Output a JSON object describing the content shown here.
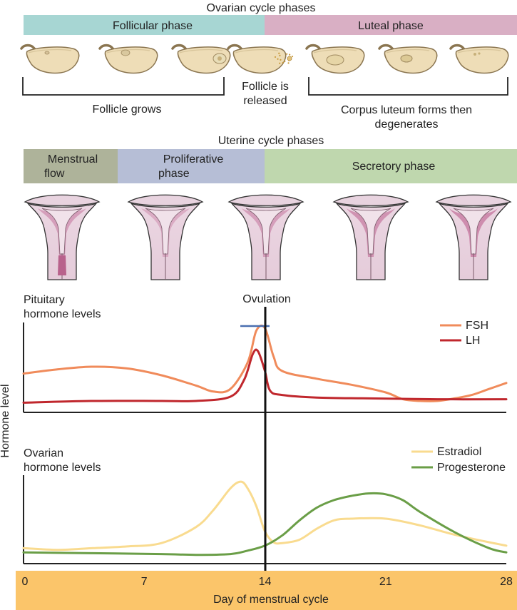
{
  "ovarian": {
    "title": "Ovarian cycle phases",
    "phases": [
      {
        "label": "Follicular phase",
        "color": "#A7D6D3"
      },
      {
        "label": "Luteal phase",
        "color": "#D9AFC4"
      }
    ],
    "stages": [
      "Follicle grows",
      "Follicle is released",
      "Corpus luteum forms then degenerates"
    ]
  },
  "uterine": {
    "title": "Uterine cycle phases",
    "phases": [
      {
        "label": "Menstrual flow",
        "color": "#AEB39A"
      },
      {
        "label": "Proliferative phase",
        "color": "#B6BED6"
      },
      {
        "label": "Secretory phase",
        "color": "#BFD7AE"
      }
    ]
  },
  "chart_data": {
    "type": "line",
    "xlabel": "Day of menstrual cycle",
    "ylabel": "Hormone level",
    "x_ticks": [
      0,
      7,
      14,
      21,
      28
    ],
    "xlim": [
      0,
      28
    ],
    "annotation": "Ovulation",
    "annotation_day": 14,
    "panels": [
      {
        "title": "Pituitary hormone levels",
        "series": [
          {
            "name": "FSH",
            "color": "#F08B5B",
            "points": [
              [
                0,
                0.42
              ],
              [
                2,
                0.47
              ],
              [
                4,
                0.5
              ],
              [
                6,
                0.48
              ],
              [
                8,
                0.4
              ],
              [
                10,
                0.28
              ],
              [
                11,
                0.21
              ],
              [
                12,
                0.24
              ],
              [
                13,
                0.55
              ],
              [
                13.5,
                0.92
              ],
              [
                14,
                0.95
              ],
              [
                14.5,
                0.62
              ],
              [
                15,
                0.45
              ],
              [
                17,
                0.36
              ],
              [
                19,
                0.29
              ],
              [
                21,
                0.2
              ],
              [
                22,
                0.12
              ],
              [
                23,
                0.1
              ],
              [
                24,
                0.1
              ],
              [
                25,
                0.13
              ],
              [
                26,
                0.17
              ],
              [
                27,
                0.24
              ],
              [
                28,
                0.31
              ]
            ]
          },
          {
            "name": "LH",
            "color": "#C0272D",
            "points": [
              [
                0,
                0.08
              ],
              [
                4,
                0.1
              ],
              [
                8,
                0.1
              ],
              [
                10,
                0.1
              ],
              [
                12,
                0.15
              ],
              [
                12.8,
                0.35
              ],
              [
                13.3,
                0.65
              ],
              [
                13.6,
                0.68
              ],
              [
                14,
                0.45
              ],
              [
                14.3,
                0.22
              ],
              [
                15,
                0.17
              ],
              [
                17,
                0.14
              ],
              [
                20,
                0.13
              ],
              [
                24,
                0.12
              ],
              [
                28,
                0.12
              ]
            ]
          }
        ]
      },
      {
        "title": "Ovarian hormone levels",
        "series": [
          {
            "name": "Estradiol",
            "color": "#F9DB8F",
            "points": [
              [
                0,
                0.15
              ],
              [
                2,
                0.13
              ],
              [
                4,
                0.15
              ],
              [
                6,
                0.17
              ],
              [
                8,
                0.21
              ],
              [
                10,
                0.4
              ],
              [
                11,
                0.6
              ],
              [
                12,
                0.86
              ],
              [
                12.6,
                0.94
              ],
              [
                13,
                0.86
              ],
              [
                13.5,
                0.65
              ],
              [
                14,
                0.35
              ],
              [
                14.5,
                0.22
              ],
              [
                15,
                0.21
              ],
              [
                16,
                0.25
              ],
              [
                17,
                0.38
              ],
              [
                18,
                0.48
              ],
              [
                19,
                0.5
              ],
              [
                21,
                0.5
              ],
              [
                23,
                0.42
              ],
              [
                25,
                0.31
              ],
              [
                27,
                0.22
              ],
              [
                28,
                0.18
              ]
            ]
          },
          {
            "name": "Progesterone",
            "color": "#6A9E47",
            "points": [
              [
                0,
                0.1
              ],
              [
                4,
                0.09
              ],
              [
                8,
                0.08
              ],
              [
                10,
                0.07
              ],
              [
                12,
                0.08
              ],
              [
                13,
                0.12
              ],
              [
                14,
                0.18
              ],
              [
                15,
                0.3
              ],
              [
                16,
                0.48
              ],
              [
                17,
                0.63
              ],
              [
                18,
                0.72
              ],
              [
                19,
                0.77
              ],
              [
                20,
                0.8
              ],
              [
                21,
                0.79
              ],
              [
                22,
                0.72
              ],
              [
                23,
                0.58
              ],
              [
                25,
                0.34
              ],
              [
                27,
                0.15
              ],
              [
                28,
                0.1
              ]
            ]
          }
        ]
      }
    ]
  }
}
